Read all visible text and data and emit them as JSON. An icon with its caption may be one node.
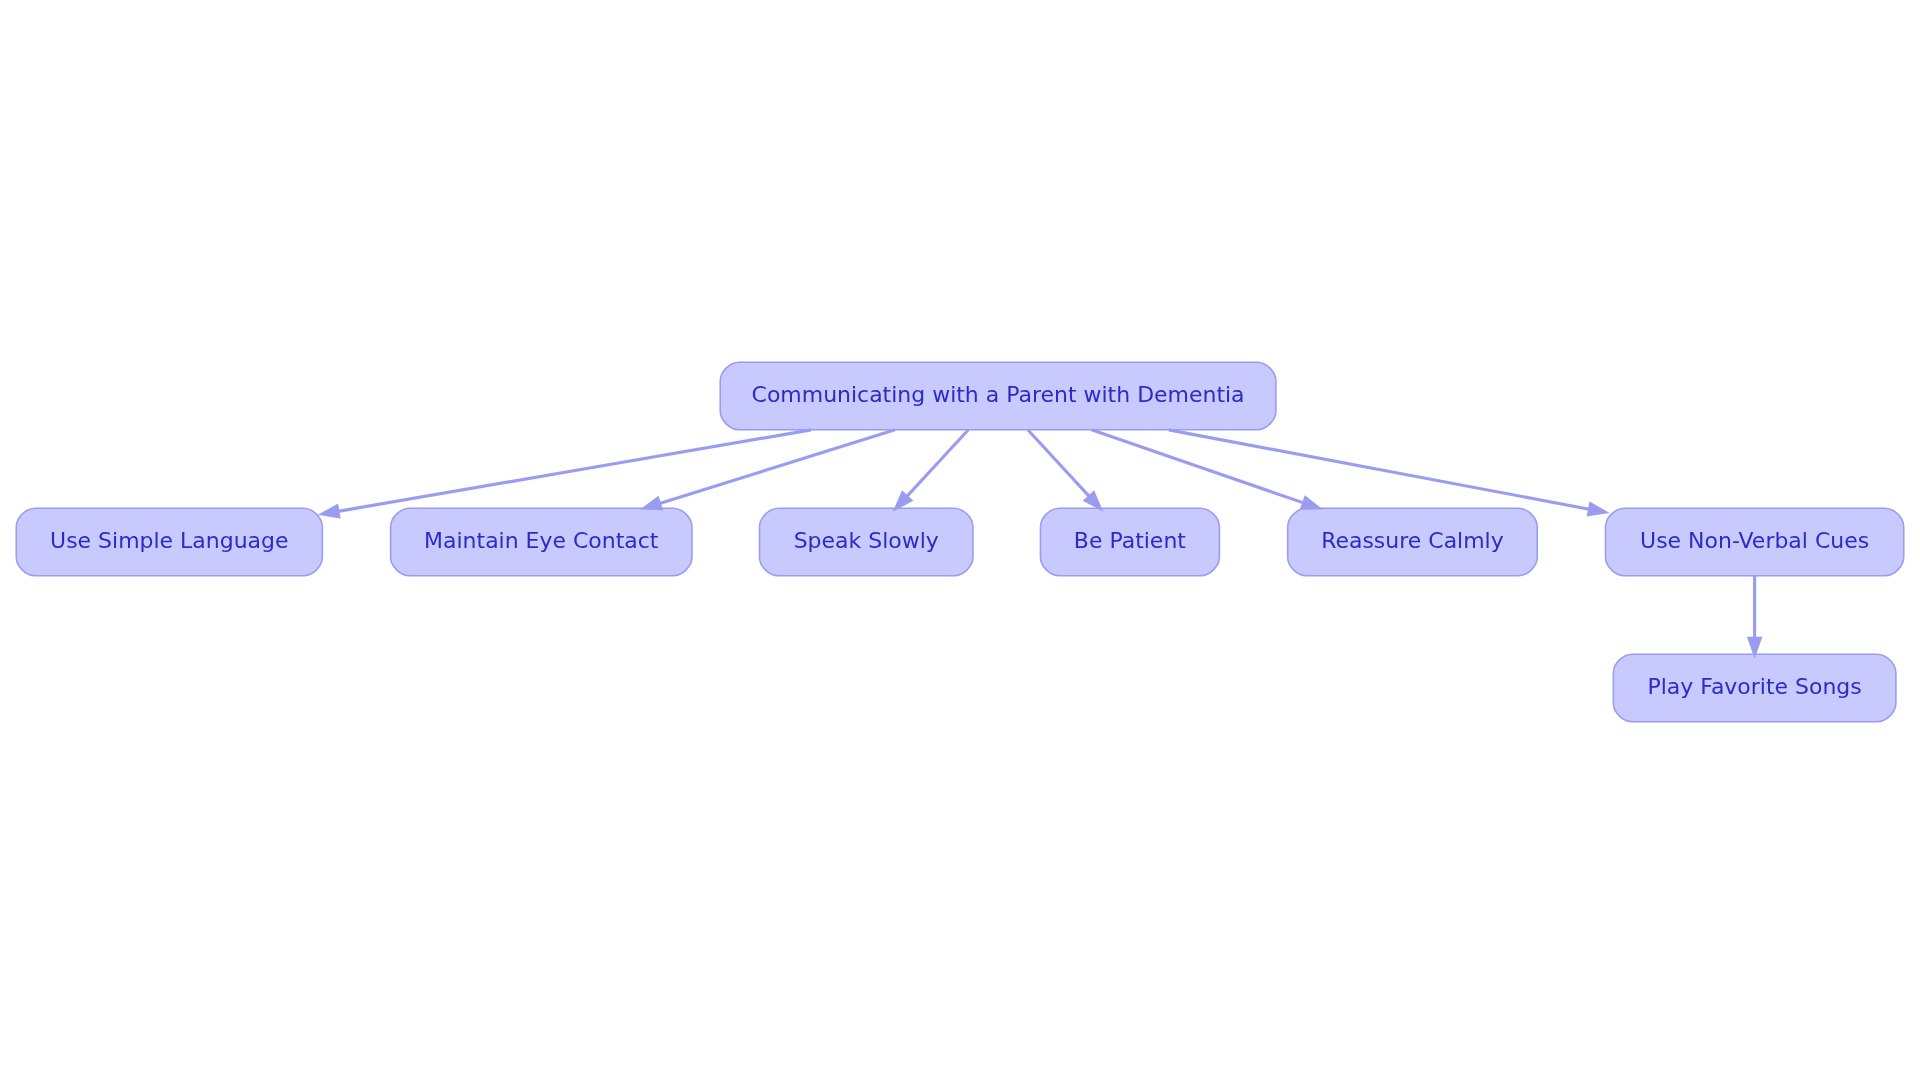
{
  "diagram": {
    "nodes": [
      {
        "text": [
          "Communicating with a Parent with Dementia"
        ]
      },
      {
        "text": [
          "Use Simple Language"
        ]
      },
      {
        "text": [
          "Maintain Eye Contact"
        ]
      },
      {
        "text": [
          "Speak Slowly"
        ]
      },
      {
        "text": [
          "Be Patient"
        ]
      },
      {
        "text": [
          "Reassure Calmly"
        ]
      },
      {
        "text": [
          "Use Non-Verbal Cues"
        ]
      },
      {
        "text": [
          "Play Favorite Songs"
        ]
      }
    ],
    "edges": [
      {
        "from": 0,
        "to": 1,
        "arrow": "to"
      },
      {
        "from": 0,
        "to": 2,
        "arrow": "to"
      },
      {
        "from": 0,
        "to": 3,
        "arrow": "to"
      },
      {
        "from": 0,
        "to": 4,
        "arrow": "to"
      },
      {
        "from": 0,
        "to": 5,
        "arrow": "to"
      },
      {
        "from": 0,
        "to": 6,
        "arrow": "to"
      },
      {
        "from": 6,
        "to": 7,
        "arrow": "to"
      }
    ]
  }
}
